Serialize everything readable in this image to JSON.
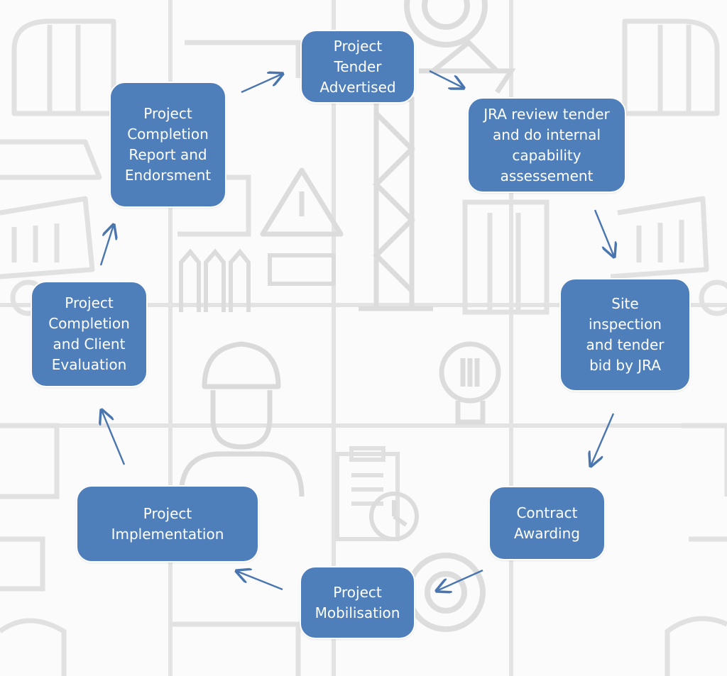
{
  "diagram": {
    "nodes": [
      {
        "id": "tender",
        "label": "Project\nTender\nAdvertised"
      },
      {
        "id": "review",
        "label": "JRA review tender\nand do internal\ncapability\nassessement"
      },
      {
        "id": "inspection",
        "label": "Site\ninspection\nand tender\nbid by JRA"
      },
      {
        "id": "award",
        "label": "Contract\nAwarding"
      },
      {
        "id": "mobilisation",
        "label": "Project\nMobilisation"
      },
      {
        "id": "implementation",
        "label": "Project\nImplementation"
      },
      {
        "id": "evaluation",
        "label": "Project\nCompletion\nand Client\nEvaluation"
      },
      {
        "id": "report",
        "label": "Project\nCompletion\nReport and\nEndorsment"
      }
    ],
    "edges": [
      {
        "from": "tender",
        "to": "review"
      },
      {
        "from": "review",
        "to": "inspection"
      },
      {
        "from": "inspection",
        "to": "award"
      },
      {
        "from": "award",
        "to": "mobilisation"
      },
      {
        "from": "mobilisation",
        "to": "implementation"
      },
      {
        "from": "implementation",
        "to": "evaluation"
      },
      {
        "from": "evaluation",
        "to": "report"
      },
      {
        "from": "report",
        "to": "tender"
      }
    ],
    "colors": {
      "node_fill": "#4f7fba",
      "node_text": "#ffffff",
      "arrow": "#4a76b0",
      "background_art": "#e3e3e3"
    },
    "background_icons": [
      "excavator-icon",
      "crane-icon",
      "gear-icon",
      "warning-sign-icon",
      "dump-truck-icon",
      "building-icon",
      "worker-icon",
      "light-bulb-icon",
      "clipboard-icon",
      "clock-icon",
      "fence-icon",
      "tape-measure-icon"
    ]
  }
}
